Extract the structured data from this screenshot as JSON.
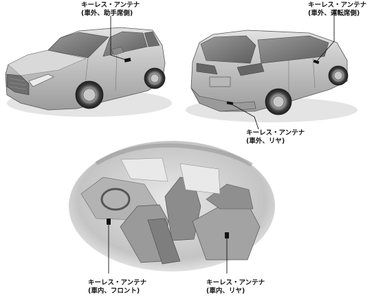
{
  "callouts": {
    "front_passenger": {
      "title": "キーレス・アンテナ",
      "location": "(車外、助手席側)"
    },
    "driver_side": {
      "title": "キーレス・アンテナ",
      "location": "(車外、運転席側)"
    },
    "rear_exterior": {
      "title": "キーレス・アンテナ",
      "location": "(車外、リヤ)"
    },
    "interior_front": {
      "title": "キーレス・アンテナ",
      "location": "(車内、フロント)"
    },
    "interior_rear": {
      "title": "キーレス・アンテナ",
      "location": "(車内、リヤ)"
    }
  },
  "colors": {
    "body_light": "#d6d6d6",
    "body_mid": "#a9a9a9",
    "body_dark": "#5a5a5a",
    "glass": "#7b7b7b",
    "interior": "#c8c8c8",
    "line": "#111111"
  }
}
